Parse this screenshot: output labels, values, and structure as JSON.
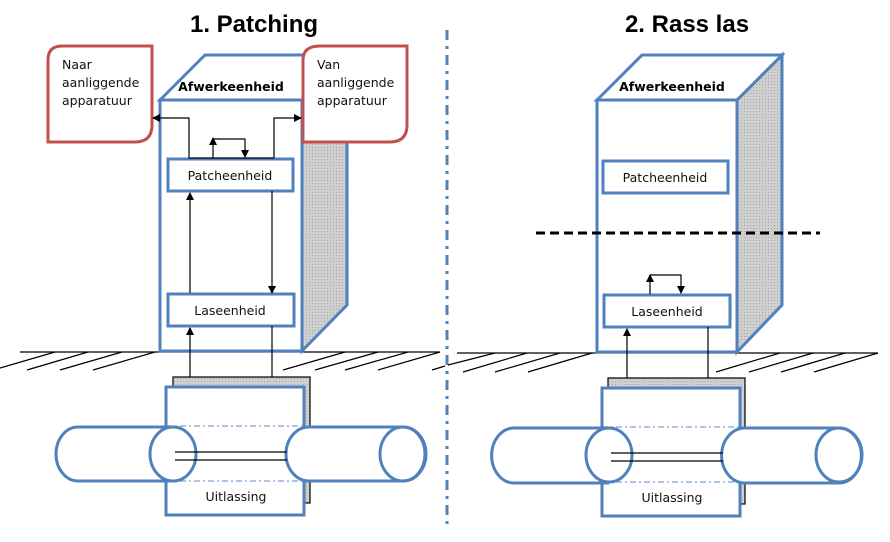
{
  "panels": [
    {
      "title": "1. Patching",
      "cabinet_label": "Afwerkeenheid",
      "upper_unit": "Patcheenheid",
      "lower_unit": "Laseenheid",
      "splice_label": "Uitlassing",
      "callout_left": [
        "Naar",
        "aanliggende",
        "apparatuur"
      ],
      "callout_right": [
        "Van",
        "aanliggende",
        "apparatuur"
      ]
    },
    {
      "title": "2. Rass las",
      "cabinet_label": "Afwerkeenheid",
      "upper_unit": "Patcheenheid",
      "lower_unit": "Laseenheid",
      "splice_label": "Uitlassing"
    }
  ],
  "colors": {
    "frame": "#4f81bd",
    "callout": "#c0504d",
    "shade": "#c8c8c8"
  }
}
